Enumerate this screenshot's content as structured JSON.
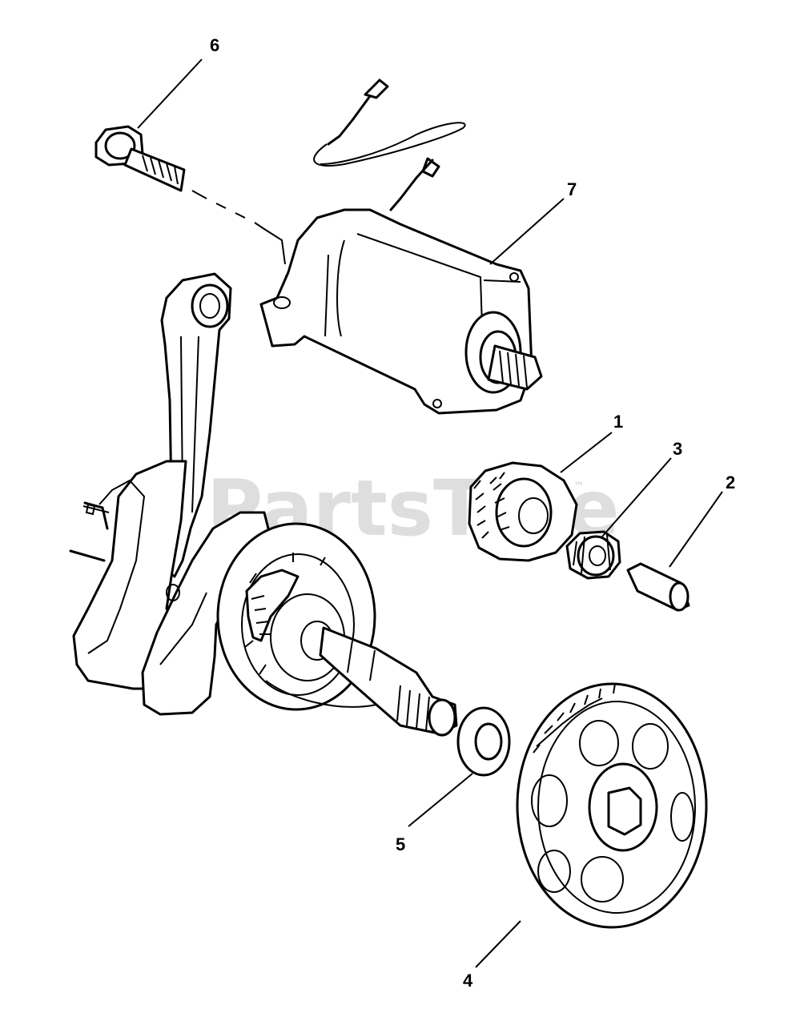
{
  "diagram": {
    "watermark": "PartsTree",
    "watermark_mark": "™",
    "callouts": [
      {
        "id": "1",
        "label": "1"
      },
      {
        "id": "2",
        "label": "2"
      },
      {
        "id": "3",
        "label": "3"
      },
      {
        "id": "4",
        "label": "4"
      },
      {
        "id": "5",
        "label": "5"
      },
      {
        "id": "6",
        "label": "6"
      },
      {
        "id": "7",
        "label": "7"
      }
    ]
  }
}
